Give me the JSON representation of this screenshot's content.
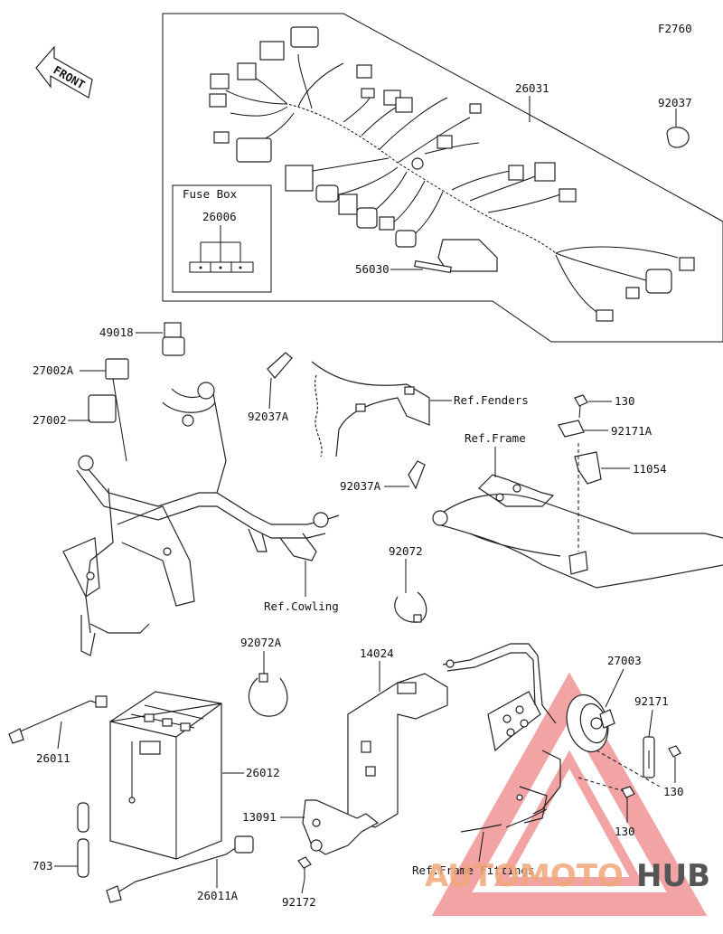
{
  "diagram_code": "F2760",
  "front_label": "FRONT",
  "fuse_box": {
    "title": "Fuse Box",
    "part": "26006"
  },
  "parts": {
    "p26031": "26031",
    "p92037": "92037",
    "p56030": "56030",
    "p49018": "49018",
    "p27002A": "27002A",
    "p27002": "27002",
    "p92037A_1": "92037A",
    "p92037A_2": "92037A",
    "p130_1": "130",
    "p92171A": "92171A",
    "p11054": "11054",
    "p92072": "92072",
    "p92072A": "92072A",
    "p14024": "14024",
    "p27003": "27003",
    "p92171": "92171",
    "p130_2": "130",
    "p130_3": "130",
    "p26011": "26011",
    "p26012": "26012",
    "p13091": "13091",
    "p703": "703",
    "p26011A": "26011A",
    "p92172": "92172"
  },
  "refs": {
    "fenders": "Ref.Fenders",
    "frame": "Ref.Frame",
    "cowling": "Ref.Cowling",
    "frame_fittings": "Ref.Frame Fittings"
  },
  "watermark": {
    "part1": "AUTOMOTO",
    "part2": "HUB",
    "color1": "#f2a77a",
    "color2": "#555555",
    "logo_color": "#e85a5a"
  }
}
